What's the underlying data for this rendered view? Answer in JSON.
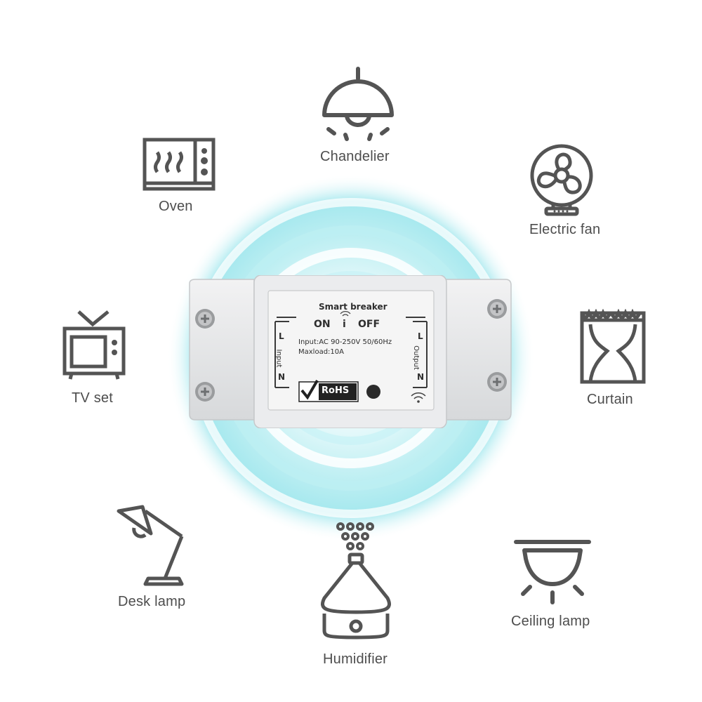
{
  "appliances": {
    "chandelier": {
      "label": "Chandelier",
      "icon": "chandelier-icon"
    },
    "oven": {
      "label": "Oven",
      "icon": "oven-icon"
    },
    "electric_fan": {
      "label": "Electric fan",
      "icon": "fan-icon"
    },
    "tv_set": {
      "label": "TV set",
      "icon": "tv-icon"
    },
    "curtain": {
      "label": "Curtain",
      "icon": "curtain-icon"
    },
    "desk_lamp": {
      "label": "Desk lamp",
      "icon": "desk-lamp-icon"
    },
    "humidifier": {
      "label": "Humidifier",
      "icon": "humidifier-icon"
    },
    "ceiling_lamp": {
      "label": "Ceiling lamp",
      "icon": "ceiling-lamp-icon"
    }
  },
  "device": {
    "title": "Smart breaker",
    "on_label": "ON",
    "off_label": "OFF",
    "input_spec": "Input:AC 90-250V 50/60Hz",
    "maxload": "Maxload:10A",
    "input_side_label": "Input",
    "output_side_label": "Output",
    "l_label": "L",
    "n_label": "N",
    "rohs": "RoHS",
    "i_mark": "i"
  },
  "colors": {
    "icon_stroke": "#545454",
    "signal_glow": "#9fe9ee",
    "device_body": "#e6e7e8",
    "label_panel": "#f4f4f4"
  }
}
